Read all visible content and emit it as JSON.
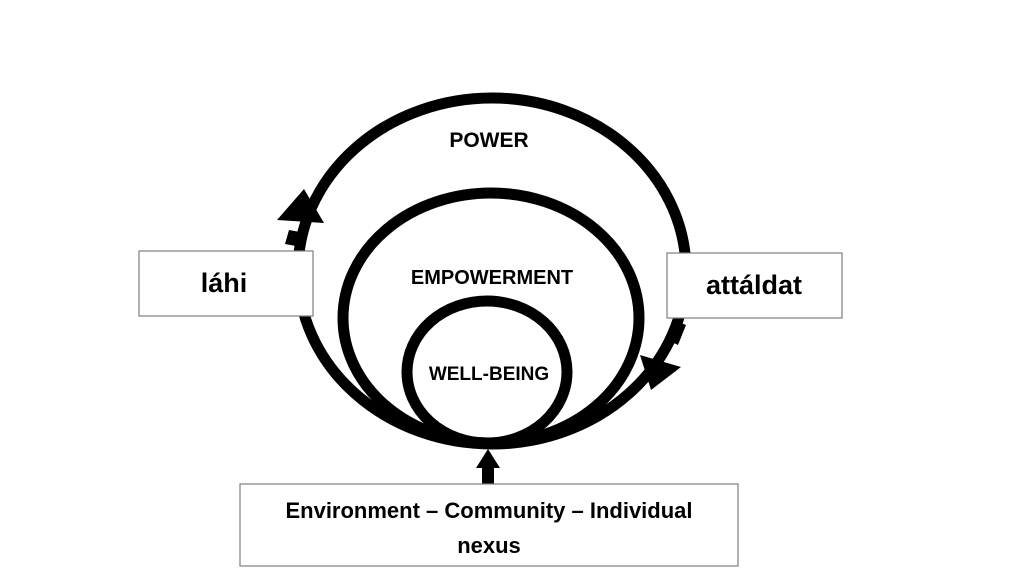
{
  "diagram": {
    "outer_ring_label": "POWER",
    "middle_ring_label": "EMPOWERMENT",
    "inner_ring_label": "WELL-BEING",
    "left_box_label": "láhi",
    "right_box_label": "attáldat",
    "bottom_box_line1": "Environment – Community – Individual",
    "bottom_box_line2": "nexus",
    "colors": {
      "stroke": "#000000",
      "box_border": "#7f7f7f",
      "background": "#ffffff"
    }
  }
}
